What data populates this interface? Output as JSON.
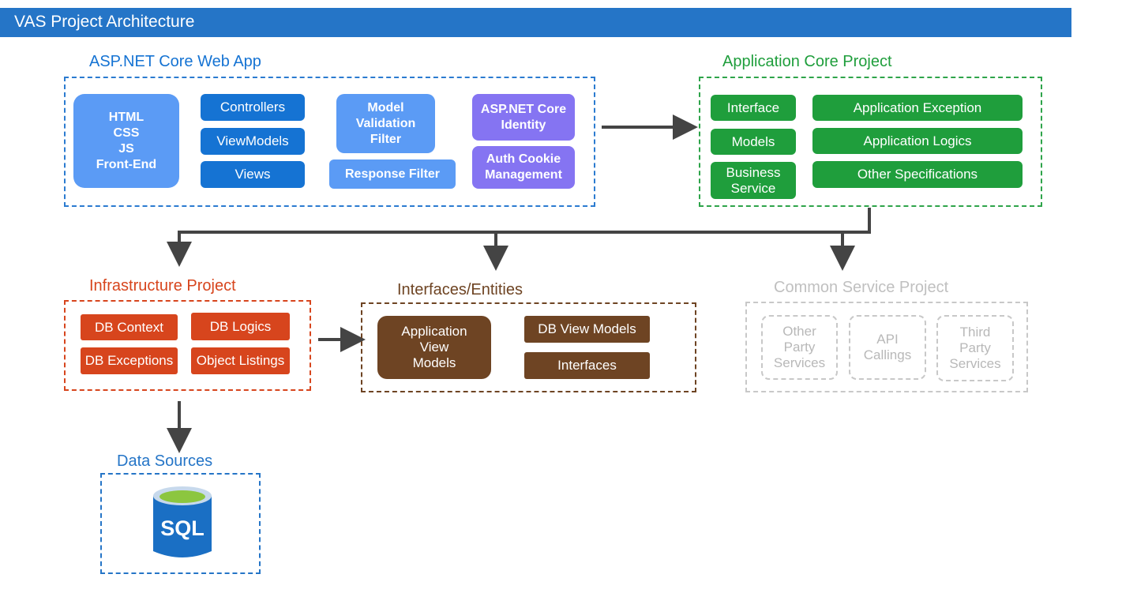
{
  "title": "VAS Project Architecture",
  "colors": {
    "header": "#2575c7",
    "web_blue": "#1573d3",
    "web_light": "#5b9bf5",
    "identity_purple": "#8574f2",
    "core_green": "#1f9e3c",
    "infra_orange": "#d7451d",
    "entities_brown": "#6e4423",
    "common_grey": "#c4c4c4",
    "arrow": "#444444"
  },
  "web_app": {
    "title": "ASP.NET Core Web App",
    "frontend": "HTML\nCSS\nJS\nFront-End",
    "controllers": "Controllers",
    "viewmodels": "ViewModels",
    "views": "Views",
    "model_validation": "Model\nValidation\nFilter",
    "response_filter": "Response Filter",
    "identity": "ASP.NET Core\nIdentity",
    "auth_cookie": "Auth Cookie\nManagement"
  },
  "app_core": {
    "title": "Application Core Project",
    "interface": "Interface",
    "models": "Models",
    "business_service": "Business\nService",
    "app_exception": "Application Exception",
    "app_logics": "Application Logics",
    "other_specs": "Other Specifications"
  },
  "infrastructure": {
    "title": "Infrastructure Project",
    "db_context": "DB Context",
    "db_logics": "DB Logics",
    "db_exceptions": "DB Exceptions",
    "object_listings": "Object Listings"
  },
  "entities": {
    "title": "Interfaces/Entities",
    "app_view_models": "Application\nView\nModels",
    "db_view_models": "DB View Models",
    "interfaces": "Interfaces"
  },
  "common_service": {
    "title": "Common Service Project",
    "other_party": "Other\nParty\nServices",
    "api_callings": "API\nCallings",
    "third_party": "Third\nParty\nServices"
  },
  "data_sources": {
    "title": "Data Sources",
    "sql_label": "SQL"
  }
}
